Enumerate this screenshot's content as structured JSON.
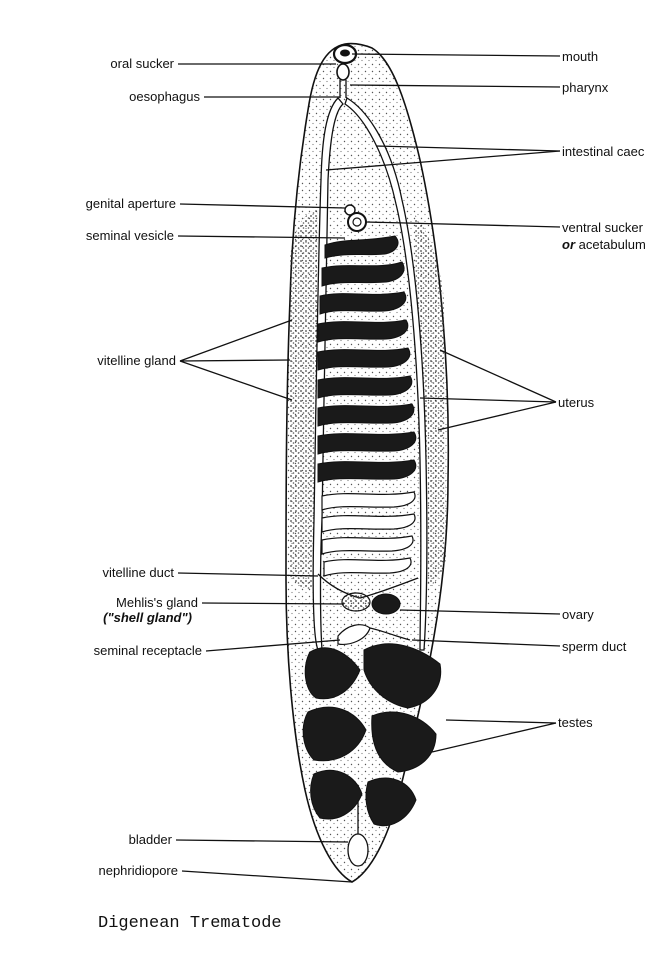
{
  "labels_left": {
    "oral_sucker": "oral sucker",
    "oesophagus": "oesophagus",
    "genital_aperture": "genital aperture",
    "seminal_vesicle": "seminal vesicle",
    "vitelline_gland": "vitelline gland",
    "vitelline_duct": "vitelline duct",
    "mehlis_gland": "Mehlis's gland",
    "shell_gland": "(\"shell gland\")",
    "seminal_receptacle": "seminal receptacle",
    "bladder": "bladder",
    "nephridiopore": "nephridiopore"
  },
  "labels_right": {
    "mouth": "mouth",
    "pharynx": "pharynx",
    "intestinal_caec": "intestinal caec",
    "ventral_sucker": "ventral sucker",
    "acetabulum": "or acetabulum",
    "uterus": "uterus",
    "ovary": "ovary",
    "sperm_duct": "sperm duct",
    "testes": "testes"
  },
  "caption": "Digenean Trematode",
  "colors": {
    "ink": "#111111",
    "body_fill": "#f7f7f7",
    "organ_dark": "#1a1a1a"
  }
}
